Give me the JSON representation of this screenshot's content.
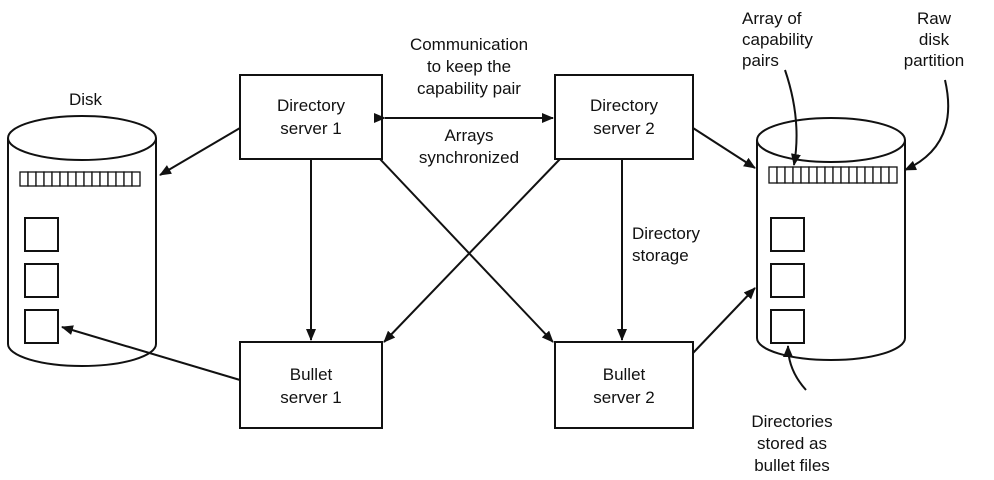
{
  "servers": {
    "dir1": [
      "Directory",
      "server 1"
    ],
    "dir2": [
      "Directory",
      "server 2"
    ],
    "bullet1": [
      "Bullet",
      "server 1"
    ],
    "bullet2": [
      "Bullet",
      "server 2"
    ]
  },
  "labels": {
    "disk": "Disk",
    "communication": [
      "Communication",
      "to keep the",
      "capability pair"
    ],
    "arrays_synchronized": [
      "Arrays",
      "synchronized"
    ],
    "directory_storage": [
      "Directory",
      "storage"
    ],
    "array_of_pairs": [
      "Array of",
      "capability",
      "pairs"
    ],
    "raw_partition": [
      "Raw",
      "disk",
      "partition"
    ],
    "directories_stored": [
      "Directories",
      "stored as",
      "bullet files"
    ]
  }
}
